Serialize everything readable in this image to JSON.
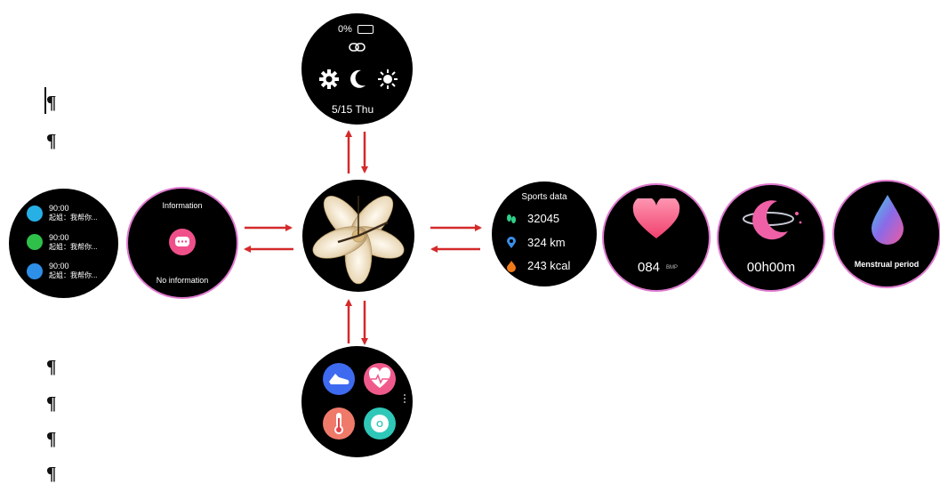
{
  "colors": {
    "arrow": "#d42a2a",
    "ring": "#e07bd0",
    "accent_pink": "#f0508a"
  },
  "doc_marks": {
    "pilcrow": "¶"
  },
  "top_watch": {
    "battery": "0%",
    "date": "5/15 Thu",
    "icons": [
      "link-icon",
      "gear-icon",
      "moon-icon",
      "sun-icon"
    ]
  },
  "messages_watch": {
    "items": [
      {
        "icon": "chat-bubble-icon",
        "color": "#27b0e6",
        "time": "90:00",
        "text": "起姐：我帮你..."
      },
      {
        "icon": "wechat-icon",
        "color": "#2fc04a",
        "time": "90:00",
        "text": "起姐：我帮你..."
      },
      {
        "icon": "qq-icon",
        "color": "#2e8fe8",
        "time": "90:00",
        "text": "起姐：我帮你..."
      }
    ]
  },
  "information_watch": {
    "title": "Information",
    "empty_text": "No information"
  },
  "center_watch": {
    "face": "flower-watch-face"
  },
  "sports_watch": {
    "title": "Sports data",
    "steps": "32045",
    "distance": "324 km",
    "calories": "243 kcal"
  },
  "heart_watch": {
    "value": "084",
    "unit": "BMP"
  },
  "sleep_watch": {
    "value": "00h00m"
  },
  "menstrual_watch": {
    "label": "Menstrual period"
  },
  "apps_watch": {
    "apps": [
      "running-shoe-icon",
      "heart-rate-icon",
      "thermometer-icon",
      "blood-oxygen-icon"
    ]
  }
}
